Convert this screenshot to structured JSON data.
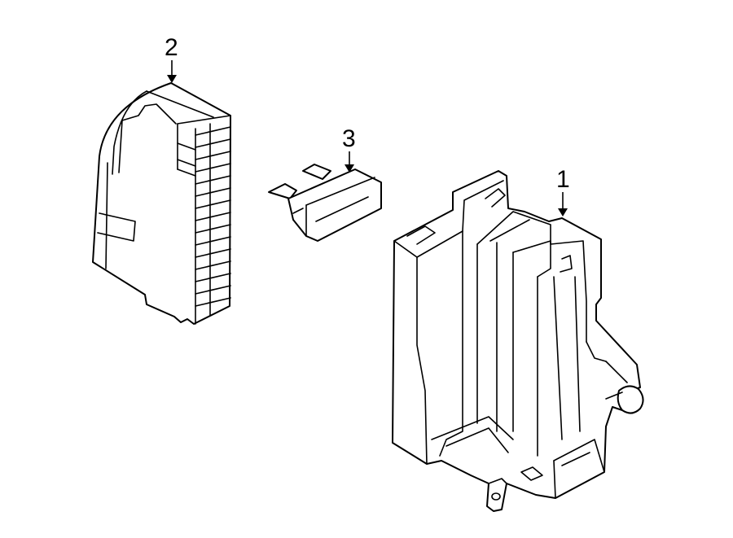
{
  "callouts": [
    {
      "label": "1",
      "part": "fuse-box-housing"
    },
    {
      "label": "2",
      "part": "fuse-box-cover"
    },
    {
      "label": "3",
      "part": "fuse"
    }
  ],
  "colors": {
    "line": "#000000",
    "background": "#ffffff"
  }
}
